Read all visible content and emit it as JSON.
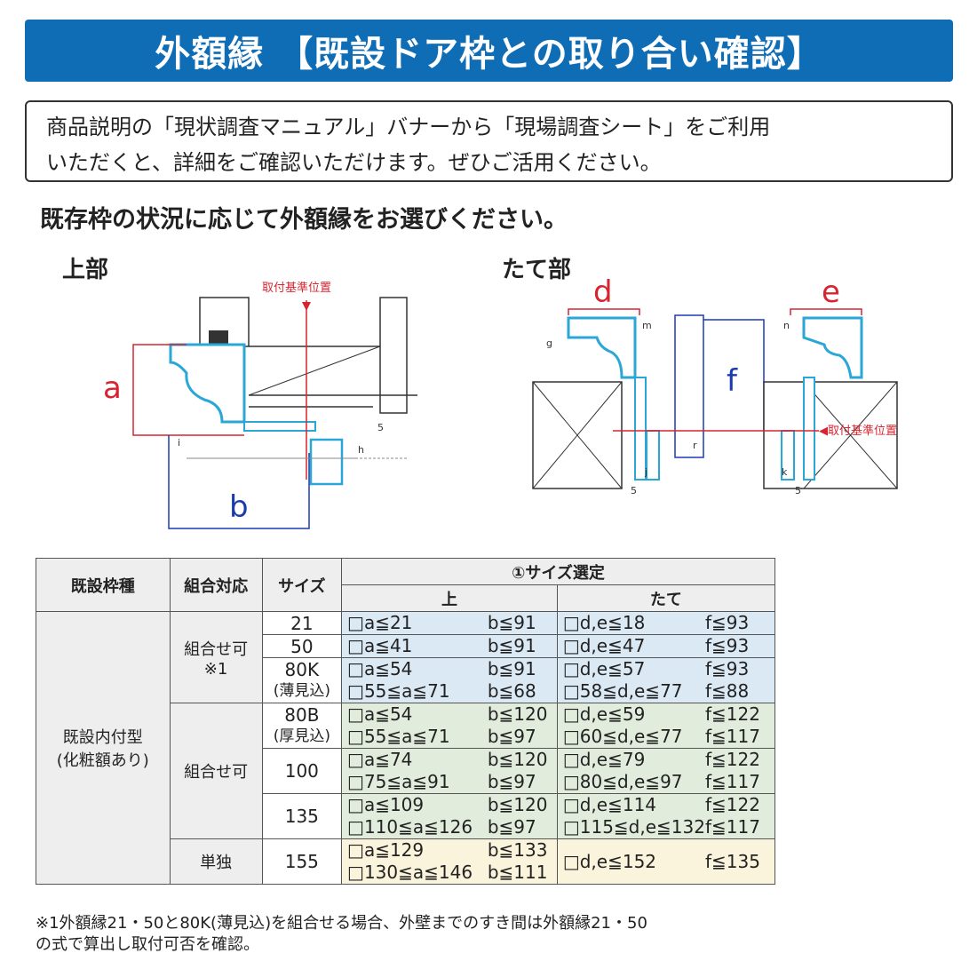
{
  "header": {
    "title": "外額縁 【既設ドア枠との取り合い確認】"
  },
  "notice": {
    "line1": "商品説明の「現状調査マニュアル」バナーから「現場調査シート」をご利用",
    "line2": "いただくと、詳細をご確認いただけます。ぜひご活用ください。"
  },
  "instruction": "既存枠の状況に応じて外額縁をお選びください。",
  "diagram_top": {
    "title": "上部",
    "ref_label": "取付基準位置",
    "letter_a": "a",
    "letter_b": "b",
    "dim_5": "5",
    "dim_h": "h",
    "dim_i": "i"
  },
  "diagram_side": {
    "title": "たて部",
    "ref_label": "◀取付基準位置",
    "letter_d": "d",
    "letter_e": "e",
    "letter_f": "f",
    "dim_g": "g",
    "dim_m": "m",
    "dim_r": "r",
    "dim_j": "j",
    "dim_5a": "5",
    "dim_n": "n",
    "dim_k": "k",
    "dim_5b": "5"
  },
  "colors": {
    "banner": "#0f6db6",
    "frame_cyan": "#2aa7d6",
    "dim_red": "#d62530",
    "dim_blue": "#1a3bb0"
  },
  "table": {
    "headers": {
      "frame_type": "既設枠種",
      "combination": "組合対応",
      "size": "サイズ",
      "selection": "①サイズ選定",
      "top": "上",
      "side": "たて"
    },
    "frame_type_value_1": "既設内付型",
    "frame_type_value_2": "(化粧額あり)",
    "groups": {
      "g1": {
        "label_1": "組合せ可",
        "label_2": "※1"
      },
      "g2": {
        "label": "組合せ可"
      },
      "g3": {
        "label": "単独"
      }
    },
    "rows": [
      {
        "size": "21",
        "top": [
          [
            "□a≦21",
            "b≦91"
          ]
        ],
        "side": [
          [
            "□d,e≦18",
            "f≦93"
          ]
        ]
      },
      {
        "size": "50",
        "top": [
          [
            "□a≦41",
            "b≦91"
          ]
        ],
        "side": [
          [
            "□d,e≦47",
            "f≦93"
          ]
        ]
      },
      {
        "size": "80K",
        "size2": "(薄見込)",
        "top": [
          [
            "□a≦54",
            "b≦91"
          ],
          [
            "□55≦a≦71",
            "b≦68"
          ]
        ],
        "side": [
          [
            "□d,e≦57",
            "f≦93"
          ],
          [
            "□58≦d,e≦77",
            "f≦88"
          ]
        ]
      },
      {
        "size": "80B",
        "size2": "(厚見込)",
        "top": [
          [
            "□a≦54",
            "b≦120"
          ],
          [
            "□55≦a≦71",
            "b≦97"
          ]
        ],
        "side": [
          [
            "□d,e≦59",
            "f≦122"
          ],
          [
            "□60≦d,e≦77",
            "f≦117"
          ]
        ]
      },
      {
        "size": "100",
        "top": [
          [
            "□a≦74",
            "b≦120"
          ],
          [
            "□75≦a≦91",
            "b≦97"
          ]
        ],
        "side": [
          [
            "□d,e≦79",
            "f≦122"
          ],
          [
            "□80≦d,e≦97",
            "f≦117"
          ]
        ]
      },
      {
        "size": "135",
        "top": [
          [
            "□a≦109",
            "b≦120"
          ],
          [
            "□110≦a≦126",
            "b≦97"
          ]
        ],
        "side": [
          [
            "□d,e≦114",
            "f≦122"
          ],
          [
            "□115≦d,e≦132",
            "f≦117"
          ]
        ]
      },
      {
        "size": "155",
        "top": [
          [
            "□a≦129",
            "b≦133"
          ],
          [
            "□130≦a≦146",
            "b≦111"
          ]
        ],
        "side": [
          [
            "□d,e≦152",
            "f≦135"
          ]
        ]
      }
    ]
  },
  "footnote": {
    "line1": "※1外額縁21・50と80K(薄見込)を組合せる場合、外壁までのすき間は外額縁21・50",
    "line2": "の式で算出し取付可否を確認。"
  }
}
